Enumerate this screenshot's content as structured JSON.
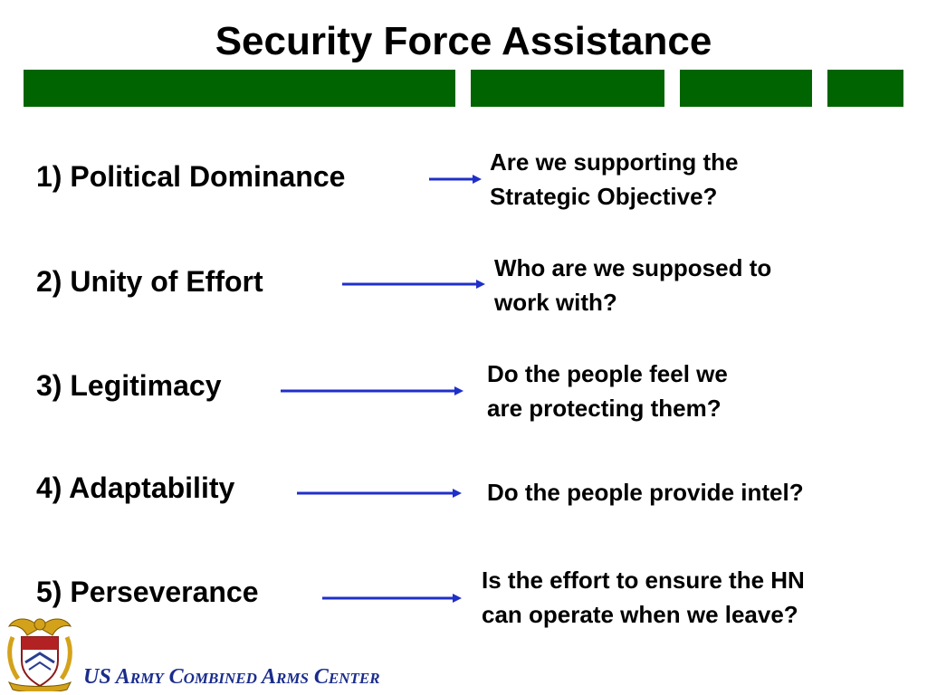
{
  "title": "Security Force Assistance",
  "colors": {
    "bar": "#006400",
    "arrow": "#1f2fc9",
    "footer": "#1a2c8c"
  },
  "principles": [
    {
      "label": "1) Political Dominance",
      "question_line1": "Are we supporting the",
      "question_line2": "Strategic Objective?"
    },
    {
      "label": "2) Unity of Effort",
      "question_line1": "Who are we supposed to",
      "question_line2": "work with?"
    },
    {
      "label": "3) Legitimacy",
      "question_line1": "Do the people feel we",
      "question_line2": "are protecting them?"
    },
    {
      "label": "4) Adaptability",
      "question_line1": "Do the people provide intel?",
      "question_line2": ""
    },
    {
      "label": "5) Perseverance",
      "question_line1": "Is the effort to ensure the HN",
      "question_line2": "can operate when we leave?"
    }
  ],
  "footer": {
    "org_name": "US Army Combined Arms Center",
    "logo_icon": "army-crest-icon"
  }
}
